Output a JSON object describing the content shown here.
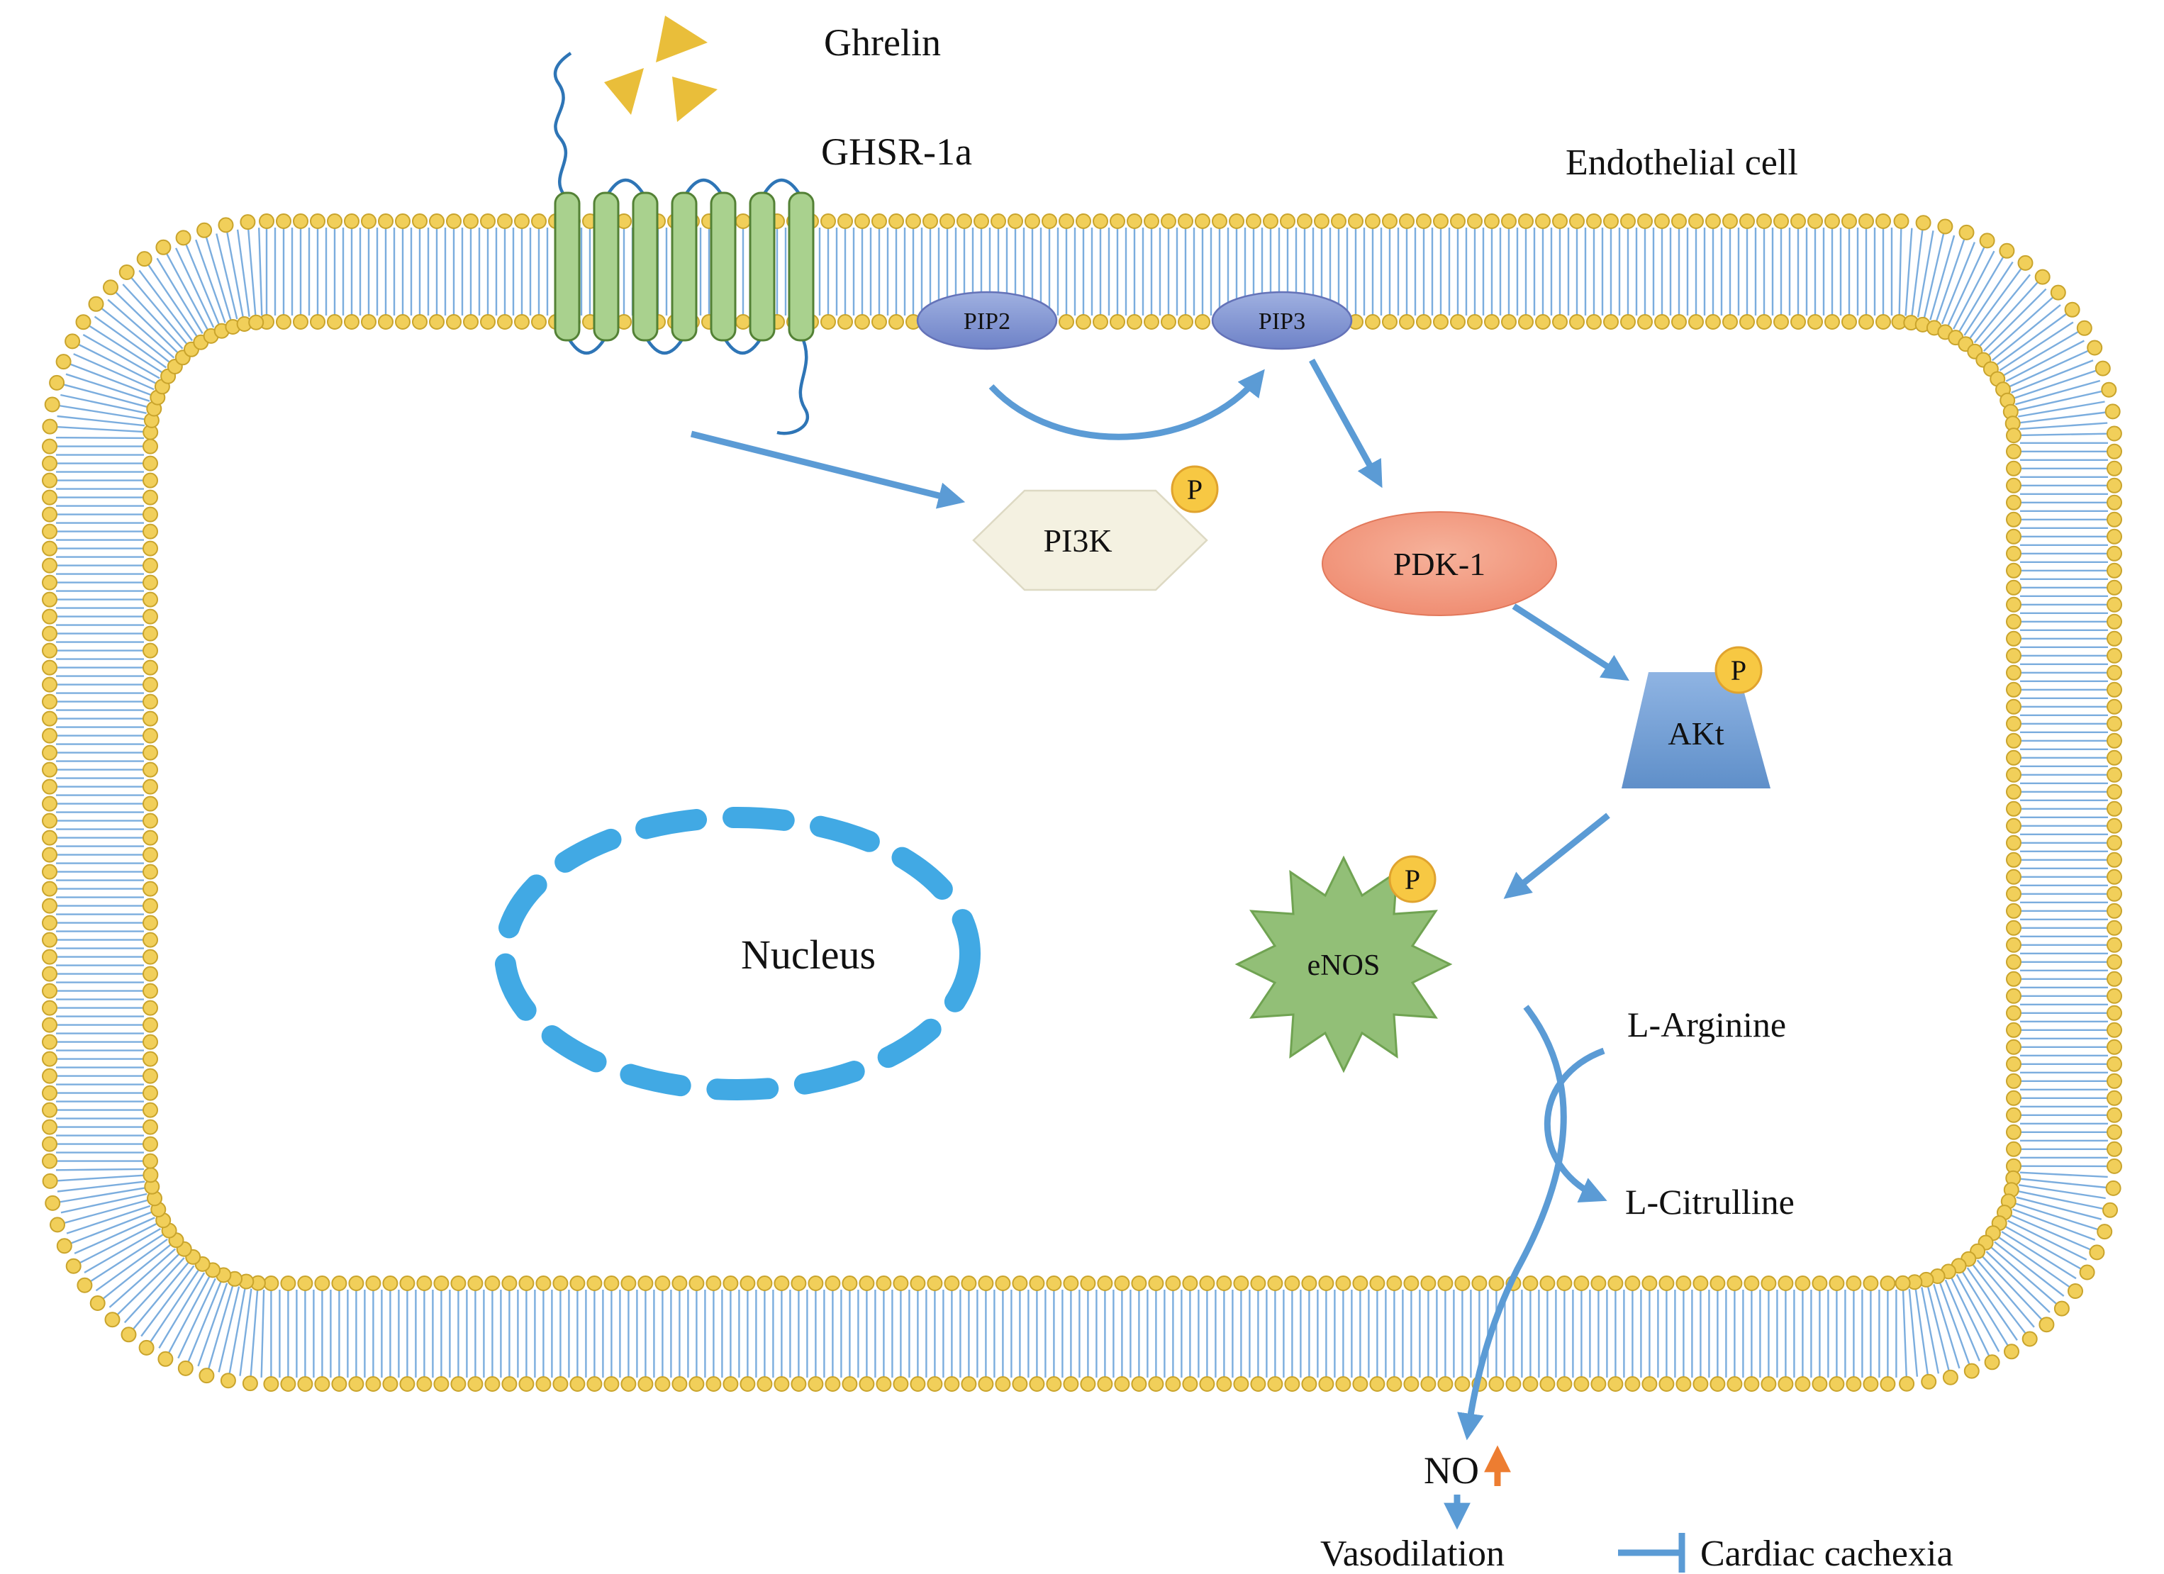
{
  "figure": {
    "type": "signaling-pathway-diagram",
    "description": "Ghrelin / GHSR-1a signaling in an endothelial cell leading to NO production and vasodilation, inhibiting cardiac cachexia"
  },
  "labels": {
    "ghrelin": "Ghrelin",
    "receptor": "GHSR-1a",
    "endothelial_cell": "Endothelial cell",
    "pip2": "PIP2",
    "pip3": "PIP3",
    "pi3k": "PI3K",
    "pdk1": "PDK-1",
    "akt": "AKt",
    "enos": "eNOS",
    "nucleus": "Nucleus",
    "l_arginine": "L-Arginine",
    "l_citrulline": "L-Citrulline",
    "no": "NO",
    "vasodilation": "Vasodilation",
    "cardiac_cachexia": "Cardiac cachexia",
    "phospho": "P"
  },
  "colors": {
    "arrow_blue": "#5b9bd5",
    "membrane_head_yellow": "#f1cf5a",
    "membrane_tail_blue": "#7badde",
    "receptor_green": "#a9d18e",
    "ghrelin_gold": "#e9be3a",
    "pip_blue": "#7c90cf",
    "pi3k_cream": "#f4f1e1",
    "pdk1_orange": "#ef8a68",
    "akt_blue": "#7da7d9",
    "enos_green": "#92bf77",
    "nucleus_blue": "#41a9e4",
    "phospho_yellow": "#f7c843",
    "no_up_orange": "#ed7d31",
    "text_black": "#111111"
  },
  "pathway": {
    "phosphorylated": [
      "PI3K",
      "AKt",
      "eNOS"
    ],
    "edges": [
      {
        "from": "Ghrelin",
        "to": "GHSR-1a",
        "type": "binds"
      },
      {
        "from": "GHSR-1a",
        "to": "PI3K",
        "type": "activates"
      },
      {
        "from": "PIP2",
        "to": "PIP3",
        "type": "converted-to"
      },
      {
        "from": "PIP3",
        "to": "PDK-1",
        "type": "activates"
      },
      {
        "from": "PDK-1",
        "to": "AKt",
        "type": "phosphorylates"
      },
      {
        "from": "AKt",
        "to": "eNOS",
        "type": "phosphorylates"
      },
      {
        "from": "L-Arginine",
        "to": "L-Citrulline",
        "type": "converted-to"
      },
      {
        "from": "eNOS",
        "to": "NO",
        "type": "produces"
      },
      {
        "from": "NO",
        "to": "Vasodilation",
        "type": "leads-to"
      },
      {
        "from": "Vasodilation",
        "to": "Cardiac cachexia",
        "type": "inhibits"
      }
    ]
  }
}
